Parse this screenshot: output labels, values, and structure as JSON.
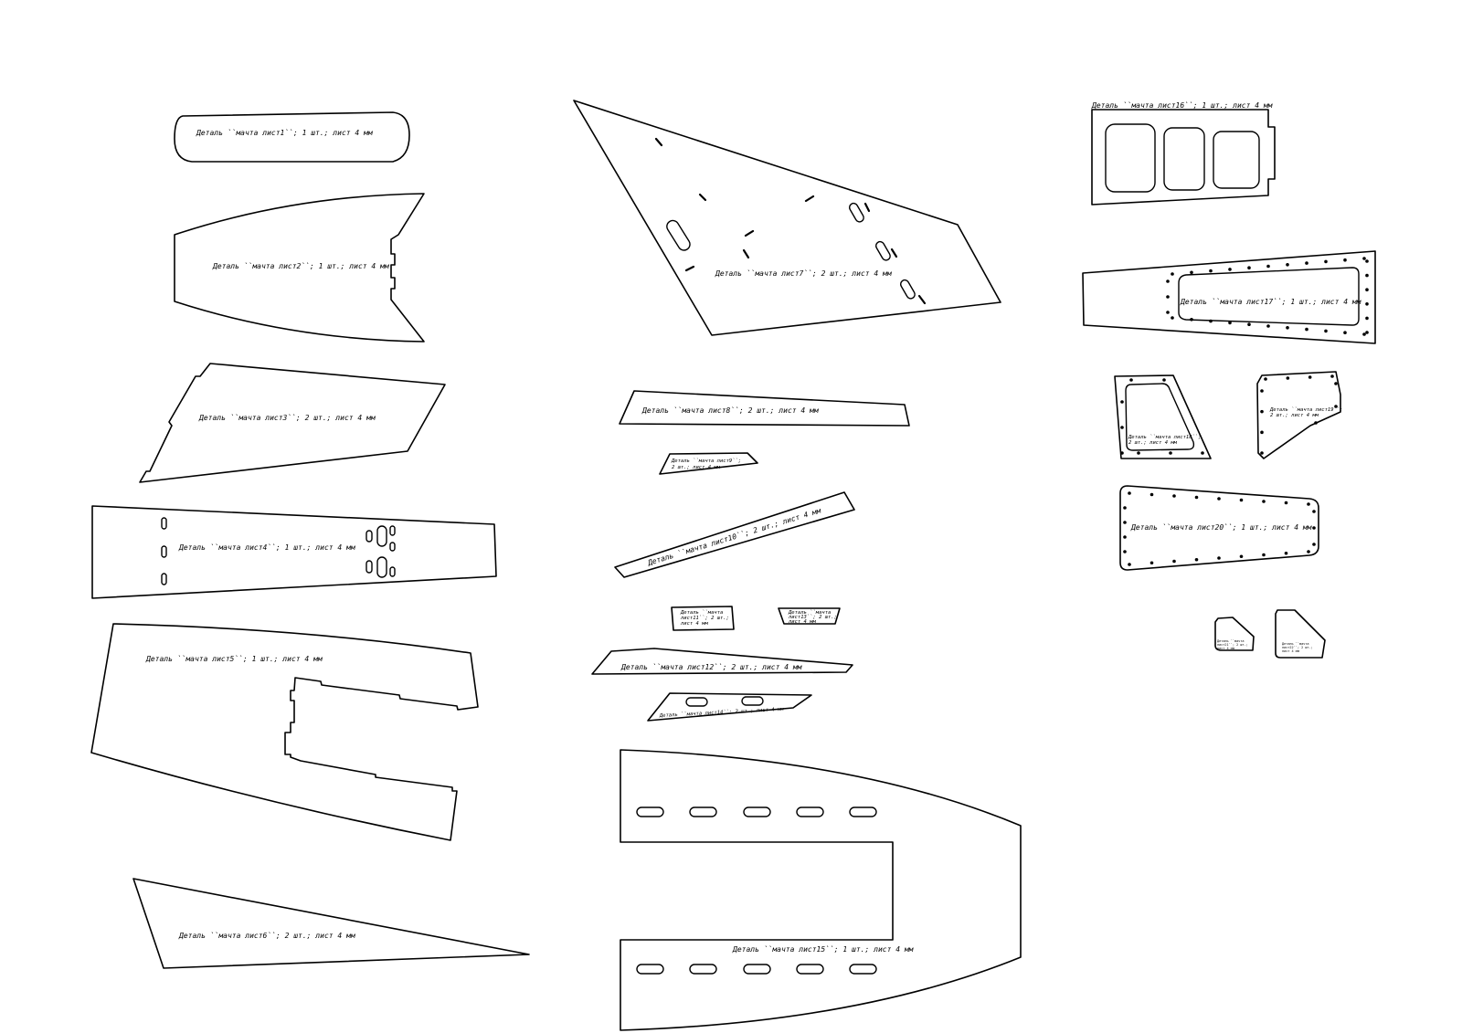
{
  "parts": {
    "p1": "Деталь ``мачта лист1``; 1 шт.; лист 4 мм",
    "p2": "Деталь ``мачта лист2``; 1 шт.; лист 4 мм",
    "p3": "Деталь ``мачта лист3``; 2 шт.; лист 4 мм",
    "p4": "Деталь ``мачта лист4``; 1 шт.; лист 4 мм",
    "p5": "Деталь ``мачта лист5``; 1 шт.; лист 4 мм",
    "p6": "Деталь ``мачта лист6``; 2 шт.; лист 4 мм",
    "p7": "Деталь ``мачта лист7``; 2 шт.; лист 4 мм",
    "p8": "Деталь ``мачта лист8``; 2 шт.; лист 4 мм",
    "p9_a": "Деталь ``мачта лист9``;",
    "p9_b": "2 шт.; лист 4 мм",
    "p10": "Деталь ``мачта лист10``; 2 шт.; лист 4 мм",
    "p11_a": "Деталь ``мачта",
    "p11_b": "лист11``; 2 шт.;",
    "p11_c": "лист 4 мм",
    "p13_a": "Деталь ``мачта",
    "p13_b": "лист13``; 2 шт.;",
    "p13_c": "лист 4 мм",
    "p12": "Деталь ``мачта лист12``; 2 шт.; лист 4 мм",
    "p14": "Деталь ``мачта лист14``; 2 шт.; лист 4 мм",
    "p15": "Деталь ``мачта лист15``; 1 шт.; лист 4 мм",
    "p16": "Деталь ``мачта лист16``; 1 шт.; лист 4 мм",
    "p17": "Деталь ``мачта лист17``; 1 шт.; лист 4 мм",
    "p18_a": "Деталь ``мачта лист18``;",
    "p18_b": "2 шт.; лист 4 мм",
    "p19_a": "Деталь ``мачта лист19``;",
    "p19_b": "2 шт.; лист 4 мм",
    "p20": "Деталь ``мачта лист20``; 1 шт.; лист 4 мм",
    "p21_a": "Деталь ``мачта",
    "p21_b": "лист21``; 2 шт.;",
    "p21_c": "лист 4 мм",
    "p22_a": "Деталь ``мачта",
    "p22_b": "лист22``; 2 шт.;",
    "p22_c": "лист 4 мм"
  }
}
